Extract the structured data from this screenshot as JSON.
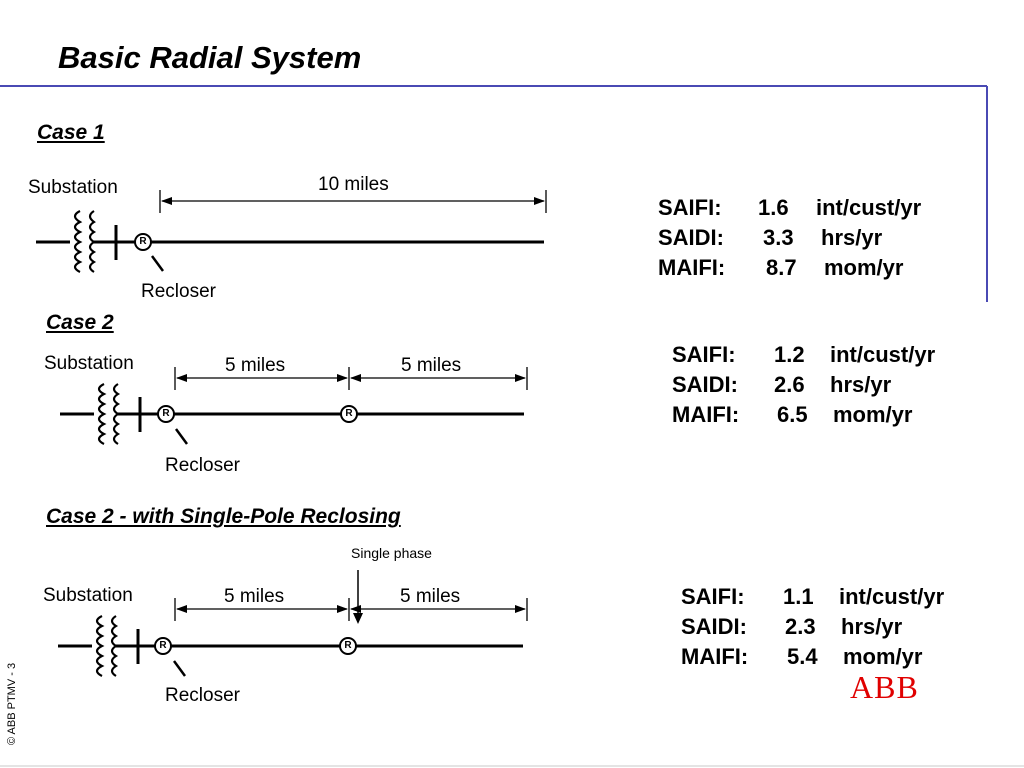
{
  "slide": {
    "title": "Basic Radial System",
    "brand": "ABB",
    "footer": "© ABB PTMV - 3",
    "accent_color": "#4a4ab4",
    "brand_color": "#e00000"
  },
  "cases": [
    {
      "title": "Case 1",
      "substation_label": "Substation",
      "recloser_label": "Recloser",
      "recloser_symbol": "R",
      "segments": [
        "10 miles"
      ],
      "metrics": [
        {
          "name": "SAIFI:",
          "value": "1.6",
          "unit": "int/cust/yr"
        },
        {
          "name": "SAIDI:",
          "value": "3.3",
          "unit": "hrs/yr"
        },
        {
          "name": "MAIFI:",
          "value": "8.7",
          "unit": "mom/yr"
        }
      ]
    },
    {
      "title": "Case 2",
      "substation_label": "Substation",
      "recloser_label": "Recloser",
      "recloser_symbol": "R",
      "segments": [
        "5 miles",
        "5 miles"
      ],
      "metrics": [
        {
          "name": "SAIFI:",
          "value": "1.2",
          "unit": "int/cust/yr"
        },
        {
          "name": "SAIDI:",
          "value": "2.6",
          "unit": "hrs/yr"
        },
        {
          "name": "MAIFI:",
          "value": "6.5",
          "unit": "mom/yr"
        }
      ]
    },
    {
      "title": "Case 2 - with Single-Pole Reclosing",
      "substation_label": "Substation",
      "recloser_label": "Recloser",
      "recloser_symbol": "R",
      "annotation": "Single phase",
      "segments": [
        "5 miles",
        "5 miles"
      ],
      "metrics": [
        {
          "name": "SAIFI:",
          "value": "1.1",
          "unit": "int/cust/yr"
        },
        {
          "name": "SAIDI:",
          "value": "2.3",
          "unit": "hrs/yr"
        },
        {
          "name": "MAIFI:",
          "value": "5.4",
          "unit": "mom/yr"
        }
      ]
    }
  ]
}
